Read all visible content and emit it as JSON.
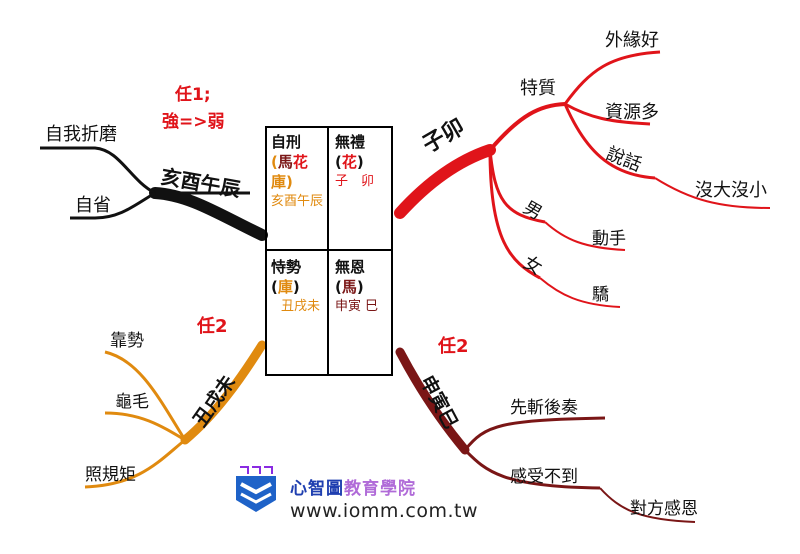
{
  "top_left_note": {
    "line1": "任1;",
    "line2": "強=>弱"
  },
  "left_top_branch": {
    "label": "亥酉午辰",
    "children": [
      "自我折磨",
      "自省"
    ]
  },
  "left_bottom_branch": {
    "note": "任2",
    "label": "丑戌未",
    "children": [
      "靠勢",
      "龜毛",
      "照規矩"
    ]
  },
  "right_top_branch": {
    "label": "子卯",
    "trait": {
      "label": "特質",
      "children": [
        "外緣好",
        "資源多",
        "說話"
      ],
      "sub": "沒大沒小"
    },
    "male": {
      "label": "男",
      "child": "動手"
    },
    "female": {
      "label": "女",
      "child": "驕"
    }
  },
  "right_bottom_branch": {
    "note": "任2",
    "label": "申寅巳",
    "children": [
      "先斬後奏",
      "感受不到"
    ],
    "sub": "對方感恩"
  },
  "center_grid": {
    "c1": {
      "title": "自刑",
      "p1": "(",
      "p2": "馬",
      "p3": "花",
      "p4": "庫",
      "p5": ")",
      "sub": "亥酉午辰"
    },
    "c2": {
      "title_a": "無禮(",
      "title_b": "花",
      "title_c": ")",
      "sub": "子　卯"
    },
    "c3": {
      "title_a": "恃勢(",
      "title_b": "庫",
      "title_c": ")",
      "sub": "丑戌未"
    },
    "c4": {
      "title_a": "無恩(",
      "title_b": "馬",
      "title_c": ")",
      "sub": "申寅 巳"
    }
  },
  "logo": {
    "name_a": "心智圖",
    "name_b": "教育學院",
    "url": "www.iomm.com.tw"
  },
  "colors": {
    "black": "#111111",
    "red": "#e0141a",
    "orange": "#e08a0f",
    "brown": "#7a1616"
  }
}
